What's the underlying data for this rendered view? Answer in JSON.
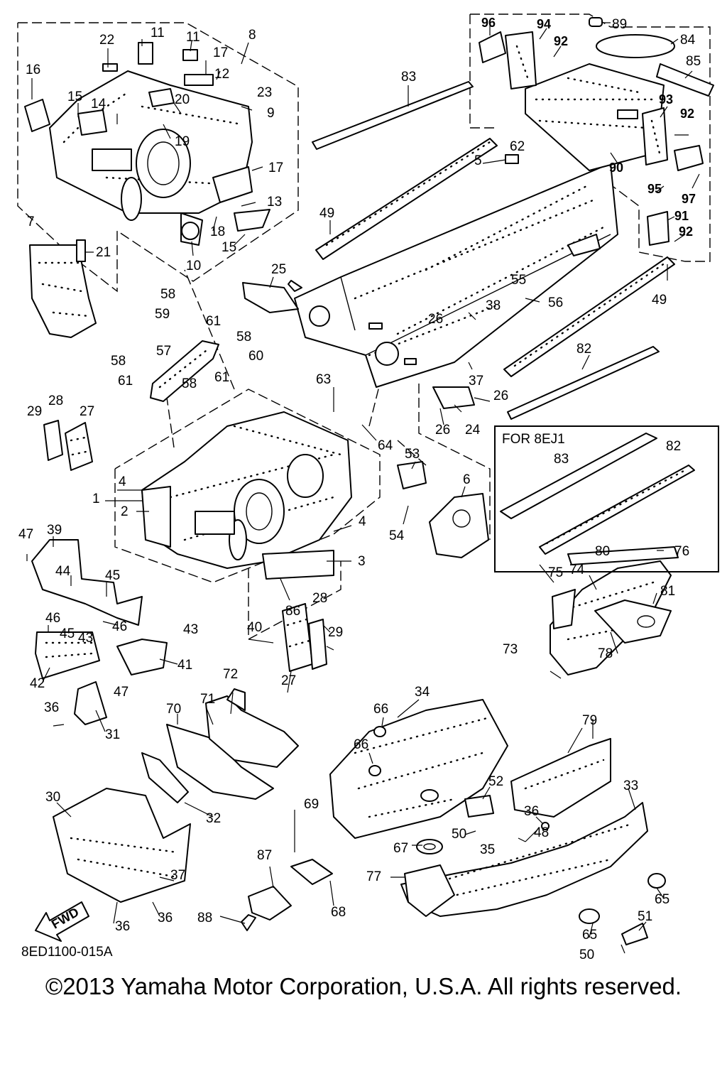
{
  "drawing_code": "8ED1100-015A",
  "copyright": "©2013 Yamaha Motor Corporation, U.S.A. All rights reserved.",
  "fwd_label": "FWD",
  "inset_title": "FOR 8EJ1",
  "part_labels": [
    {
      "id": "p1",
      "text": "1"
    },
    {
      "id": "p2",
      "text": "2"
    },
    {
      "id": "p3",
      "text": "3"
    },
    {
      "id": "p4a",
      "text": "4"
    },
    {
      "id": "p4b",
      "text": "4"
    },
    {
      "id": "p5",
      "text": "5"
    },
    {
      "id": "p6",
      "text": "6"
    },
    {
      "id": "p7",
      "text": "7"
    },
    {
      "id": "p8",
      "text": "8"
    },
    {
      "id": "p9",
      "text": "9"
    },
    {
      "id": "p10",
      "text": "10"
    },
    {
      "id": "p11a",
      "text": "11"
    },
    {
      "id": "p11b",
      "text": "11"
    },
    {
      "id": "p12",
      "text": "12"
    },
    {
      "id": "p13",
      "text": "13"
    },
    {
      "id": "p14",
      "text": "14"
    },
    {
      "id": "p15a",
      "text": "15"
    },
    {
      "id": "p15b",
      "text": "15"
    },
    {
      "id": "p16",
      "text": "16"
    },
    {
      "id": "p17a",
      "text": "17"
    },
    {
      "id": "p17b",
      "text": "17"
    },
    {
      "id": "p18",
      "text": "18"
    },
    {
      "id": "p19",
      "text": "19"
    },
    {
      "id": "p20",
      "text": "20"
    },
    {
      "id": "p21",
      "text": "21"
    },
    {
      "id": "p22",
      "text": "22"
    },
    {
      "id": "p23",
      "text": "23"
    },
    {
      "id": "p24",
      "text": "24"
    },
    {
      "id": "p25",
      "text": "25"
    },
    {
      "id": "p26a",
      "text": "26"
    },
    {
      "id": "p26b",
      "text": "26"
    },
    {
      "id": "p26c",
      "text": "26"
    },
    {
      "id": "p27a",
      "text": "27"
    },
    {
      "id": "p27b",
      "text": "27"
    },
    {
      "id": "p28a",
      "text": "28"
    },
    {
      "id": "p28b",
      "text": "28"
    },
    {
      "id": "p29a",
      "text": "29"
    },
    {
      "id": "p29b",
      "text": "29"
    },
    {
      "id": "p30",
      "text": "30"
    },
    {
      "id": "p31",
      "text": "31"
    },
    {
      "id": "p32",
      "text": "32"
    },
    {
      "id": "p33",
      "text": "33"
    },
    {
      "id": "p34",
      "text": "34"
    },
    {
      "id": "p35",
      "text": "35"
    },
    {
      "id": "p36a",
      "text": "36"
    },
    {
      "id": "p36b",
      "text": "36"
    },
    {
      "id": "p36c",
      "text": "36"
    },
    {
      "id": "p36d",
      "text": "36"
    },
    {
      "id": "p37a",
      "text": "37"
    },
    {
      "id": "p37b",
      "text": "37"
    },
    {
      "id": "p38",
      "text": "38"
    },
    {
      "id": "p39",
      "text": "39"
    },
    {
      "id": "p40",
      "text": "40"
    },
    {
      "id": "p41",
      "text": "41"
    },
    {
      "id": "p42",
      "text": "42"
    },
    {
      "id": "p43a",
      "text": "43"
    },
    {
      "id": "p43b",
      "text": "43"
    },
    {
      "id": "p44",
      "text": "44"
    },
    {
      "id": "p45a",
      "text": "45"
    },
    {
      "id": "p45b",
      "text": "45"
    },
    {
      "id": "p46a",
      "text": "46"
    },
    {
      "id": "p46b",
      "text": "46"
    },
    {
      "id": "p47a",
      "text": "47"
    },
    {
      "id": "p47b",
      "text": "47"
    },
    {
      "id": "p48",
      "text": "48"
    },
    {
      "id": "p49a",
      "text": "49"
    },
    {
      "id": "p49b",
      "text": "49"
    },
    {
      "id": "p50a",
      "text": "50"
    },
    {
      "id": "p50b",
      "text": "50"
    },
    {
      "id": "p51",
      "text": "51"
    },
    {
      "id": "p52",
      "text": "52"
    },
    {
      "id": "p53",
      "text": "53"
    },
    {
      "id": "p54",
      "text": "54"
    },
    {
      "id": "p55",
      "text": "55"
    },
    {
      "id": "p56",
      "text": "56"
    },
    {
      "id": "p57",
      "text": "57"
    },
    {
      "id": "p58a",
      "text": "58"
    },
    {
      "id": "p58b",
      "text": "58"
    },
    {
      "id": "p58c",
      "text": "58"
    },
    {
      "id": "p58d",
      "text": "58"
    },
    {
      "id": "p59",
      "text": "59"
    },
    {
      "id": "p60",
      "text": "60"
    },
    {
      "id": "p61a",
      "text": "61"
    },
    {
      "id": "p61b",
      "text": "61"
    },
    {
      "id": "p61c",
      "text": "61"
    },
    {
      "id": "p62",
      "text": "62"
    },
    {
      "id": "p63",
      "text": "63"
    },
    {
      "id": "p64",
      "text": "64"
    },
    {
      "id": "p65a",
      "text": "65"
    },
    {
      "id": "p65b",
      "text": "65"
    },
    {
      "id": "p66a",
      "text": "66"
    },
    {
      "id": "p66b",
      "text": "66"
    },
    {
      "id": "p67",
      "text": "67"
    },
    {
      "id": "p68",
      "text": "68"
    },
    {
      "id": "p69",
      "text": "69"
    },
    {
      "id": "p70",
      "text": "70"
    },
    {
      "id": "p71",
      "text": "71"
    },
    {
      "id": "p72",
      "text": "72"
    },
    {
      "id": "p73",
      "text": "73"
    },
    {
      "id": "p74",
      "text": "74"
    },
    {
      "id": "p75",
      "text": "75"
    },
    {
      "id": "p76",
      "text": "76"
    },
    {
      "id": "p77",
      "text": "77"
    },
    {
      "id": "p78",
      "text": "78"
    },
    {
      "id": "p79",
      "text": "79"
    },
    {
      "id": "p80",
      "text": "80"
    },
    {
      "id": "p81",
      "text": "81"
    },
    {
      "id": "p82a",
      "text": "82"
    },
    {
      "id": "p82b",
      "text": "82"
    },
    {
      "id": "p83a",
      "text": "83"
    },
    {
      "id": "p83b",
      "text": "83"
    },
    {
      "id": "p84",
      "text": "84"
    },
    {
      "id": "p85",
      "text": "85"
    },
    {
      "id": "p86",
      "text": "86"
    },
    {
      "id": "p87",
      "text": "87"
    },
    {
      "id": "p88",
      "text": "88"
    },
    {
      "id": "p89",
      "text": "89"
    },
    {
      "id": "p90",
      "text": "90"
    },
    {
      "id": "p91",
      "text": "91"
    },
    {
      "id": "p92a",
      "text": "92"
    },
    {
      "id": "p92b",
      "text": "92"
    },
    {
      "id": "p92c",
      "text": "92"
    },
    {
      "id": "p93",
      "text": "93"
    },
    {
      "id": "p94",
      "text": "94"
    },
    {
      "id": "p95",
      "text": "95"
    },
    {
      "id": "p96",
      "text": "96"
    },
    {
      "id": "p97",
      "text": "97"
    }
  ]
}
